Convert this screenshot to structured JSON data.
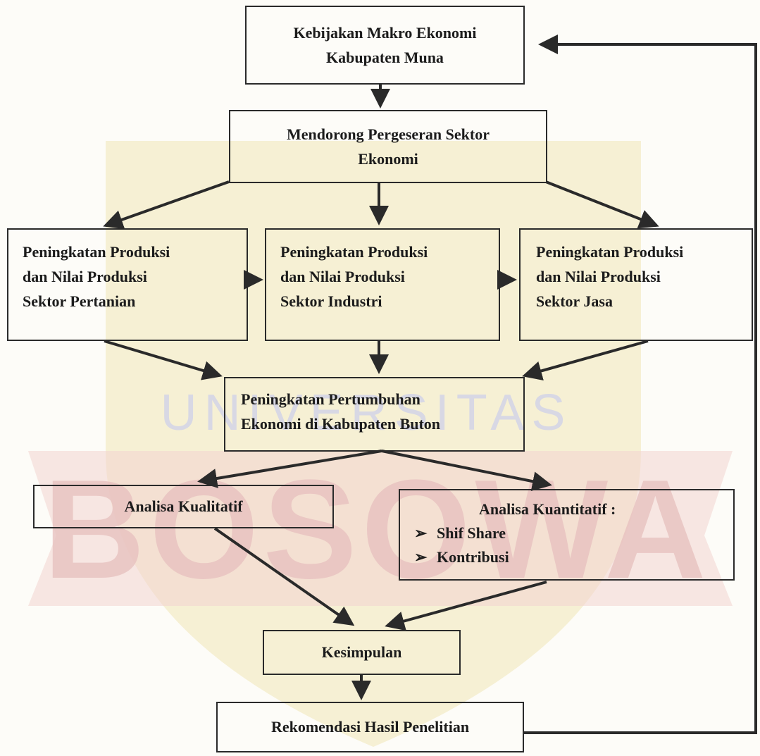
{
  "watermark": {
    "word_top": "UNIVERSITAS",
    "word_main": "BOSOWA",
    "main_color": "#e8c2c0",
    "top_color": "#d8d8e4",
    "shield_color": "#f1e6b6"
  },
  "boxes": {
    "macro": {
      "lines": [
        "Kebijakan Makro Ekonomi",
        "Kabupaten Muna"
      ]
    },
    "shift": {
      "lines": [
        "Mendorong Pergeseran Sektor",
        "Ekonomi"
      ]
    },
    "agri": {
      "lines": [
        "Peningkatan Produksi",
        "dan Nilai Produksi",
        "Sektor Pertanian"
      ]
    },
    "industry": {
      "lines": [
        "Peningkatan Produksi",
        "dan Nilai Produksi",
        "Sektor Industri"
      ]
    },
    "service": {
      "lines": [
        "Peningkatan Produksi",
        "dan Nilai Produksi",
        "Sektor Jasa"
      ]
    },
    "growth": {
      "lines": [
        "Peningkatan Pertumbuhan",
        "Ekonomi di Kabupaten Buton"
      ]
    },
    "qual": {
      "lines": [
        "Analisa Kualitatif"
      ]
    },
    "quant": {
      "title": "Analisa Kuantitatif :",
      "bullets": [
        "Shif Share",
        "Kontribusi"
      ],
      "bullet_marker": "➢"
    },
    "concl": {
      "lines": [
        "Kesimpulan"
      ]
    },
    "reco": {
      "lines": [
        "Rekomendasi Hasil Penelitian"
      ]
    }
  },
  "colors": {
    "line": "#2a2a2a",
    "text": "#1c1c1c"
  }
}
